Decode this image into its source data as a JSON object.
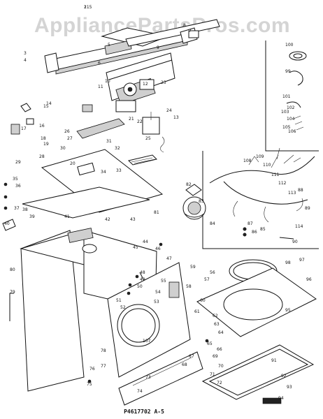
{
  "watermark": "AppliancePartsPros.com",
  "footer_code": "P4617702 A-5",
  "labels": [
    "2",
    "3",
    "4",
    "5",
    "6",
    "7",
    "8",
    "9",
    "10",
    "11",
    "12",
    "13",
    "14",
    "15",
    "16",
    "17",
    "18",
    "19",
    "20",
    "21",
    "22",
    "23",
    "24",
    "25",
    "26",
    "27",
    "28",
    "29",
    "30",
    "31",
    "32",
    "33",
    "34",
    "35",
    "36",
    "37",
    "38",
    "39",
    "40",
    "41",
    "42",
    "43",
    "44",
    "45",
    "46",
    "47",
    "48",
    "49",
    "50",
    "51",
    "52",
    "53",
    "54",
    "55",
    "56",
    "57",
    "58",
    "59",
    "60",
    "61",
    "62",
    "63",
    "64",
    "65",
    "66",
    "67",
    "68",
    "69",
    "70",
    "71",
    "72",
    "73",
    "74",
    "75",
    "76",
    "77",
    "78",
    "79",
    "80",
    "81",
    "82",
    "83",
    "84",
    "85",
    "86",
    "87",
    "88",
    "89",
    "90",
    "91",
    "92",
    "93",
    "94",
    "95",
    "96",
    "97",
    "98",
    "99",
    "100",
    "101",
    "102",
    "103",
    "104",
    "105",
    "106",
    "107",
    "108",
    "109",
    "110",
    "111",
    "112",
    "113",
    "114",
    "115"
  ]
}
